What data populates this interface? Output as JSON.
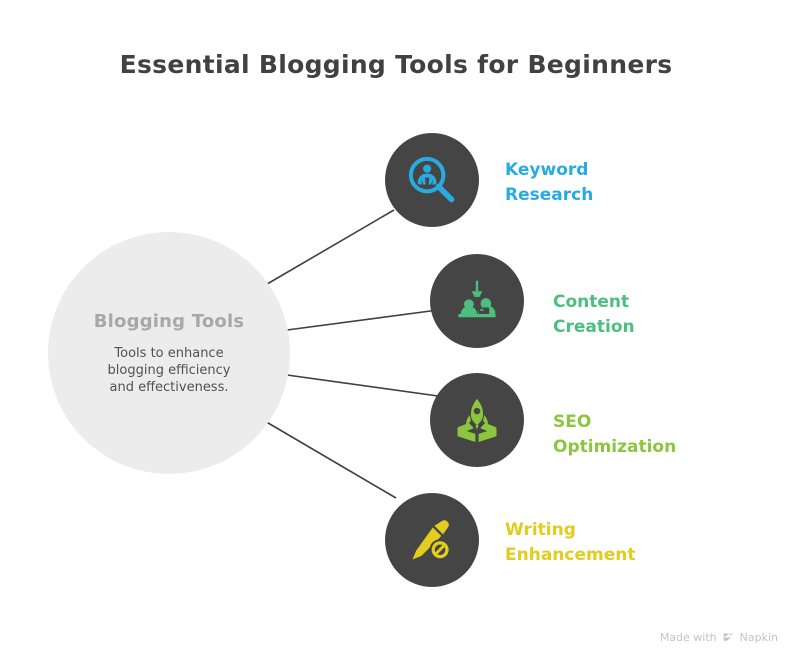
{
  "page": {
    "title": "Essential Blogging Tools for Beginners",
    "background_color": "#ffffff",
    "title_color": "#414141"
  },
  "hub": {
    "title": "Blogging Tools",
    "description": "Tools to enhance\nblogging efficiency\nand effectiveness.",
    "fill_color": "#ececec",
    "title_color": "#a8a8a8",
    "description_color": "#515151"
  },
  "nodes": [
    {
      "label": "Keyword\nResearch",
      "label_plain": "Keyword Research",
      "icon": "magnifier-person-icon",
      "color": "#29abe2",
      "circle_color": "#454545"
    },
    {
      "label": "Content Creation",
      "label_plain": "Content Creation",
      "icon": "people-desk-lamp-icon",
      "color": "#4cbf7f",
      "circle_color": "#454545"
    },
    {
      "label": "SEO Optimization",
      "label_plain": "SEO Optimization",
      "icon": "rocket-box-icon",
      "color": "#8cc63f",
      "circle_color": "#454545"
    },
    {
      "label": "Writing\nEnhancement",
      "label_plain": "Writing Enhancement",
      "icon": "pen-block-icon",
      "color": "#e2cc1e",
      "circle_color": "#454545"
    }
  ],
  "connector": {
    "color": "#3f3f3f",
    "width": 1.6
  },
  "watermark": {
    "prefix": "Made with",
    "brand": "Napkin",
    "logo": "napkin-chevrons-icon",
    "color": "#c4c4c4"
  }
}
